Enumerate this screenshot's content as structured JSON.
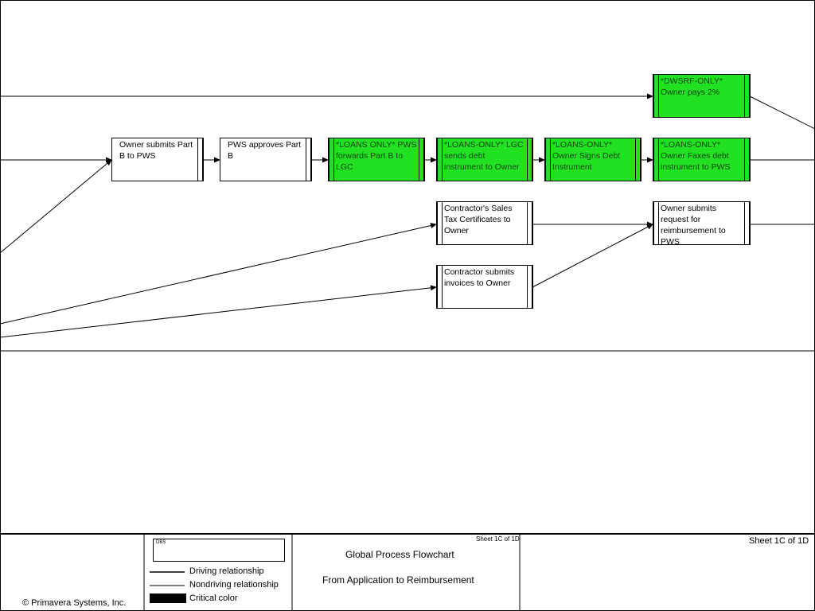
{
  "colors": {
    "critical": "#22e022",
    "line": "#000000"
  },
  "activities": [
    {
      "id": "dwsrf",
      "text": "*DWSRF-ONLY* Owner pays 2%",
      "critical": true
    },
    {
      "id": "owner-submits-part-b",
      "text": "Owner submits Part B to PWS",
      "critical": false
    },
    {
      "id": "pws-approves-part-b",
      "text": "PWS approves Part B",
      "critical": false
    },
    {
      "id": "loans-pws-forwards",
      "text": "*LOANS ONLY* PWS forwards Part B to LGC",
      "critical": true
    },
    {
      "id": "loans-lgc-sends",
      "text": "*LOANS-ONLY* LGC sends debt instrument to Owner",
      "critical": true
    },
    {
      "id": "loans-owner-signs",
      "text": "*LOANS-ONLY* Owner Signs Debt Instrument",
      "critical": true
    },
    {
      "id": "loans-owner-faxes",
      "text": "*LOANS-ONLY* Owner Faxes debt instrument to PWS",
      "critical": true
    },
    {
      "id": "sales-tax",
      "text": "Contractor's Sales Tax Certificates to Owner",
      "critical": false
    },
    {
      "id": "owner-request-reimb",
      "text": "Owner submits request for reimbursement to PWS",
      "critical": false
    },
    {
      "id": "contractor-invoices",
      "text": "Contractor submits invoices to Owner",
      "critical": false
    }
  ],
  "footer": {
    "copyright": "© Primavera Systems, Inc.",
    "legend_title": "DBS",
    "driving": "Driving relationship",
    "nondriving": "Nondriving relationship",
    "critical": "Critical color",
    "sheet_small": "Sheet 1C of 1D",
    "title1": "Global Process Flowchart",
    "title2": "From Application to Reimbursement",
    "sheet_right": "Sheet 1C of 1D"
  }
}
